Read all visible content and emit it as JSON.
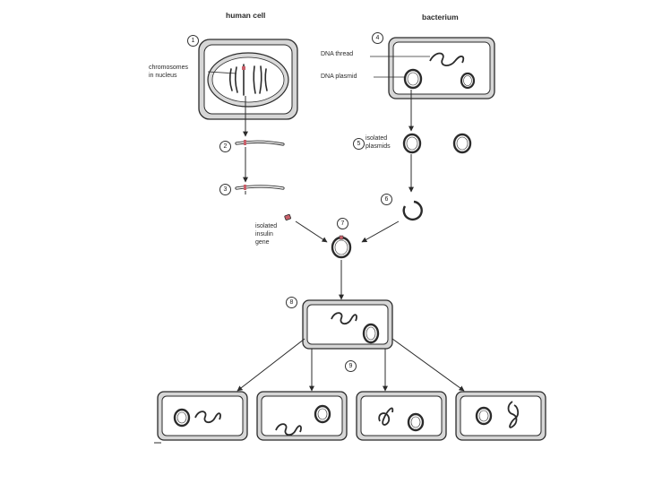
{
  "titles": {
    "human_cell": "human cell",
    "bacterium": "bacterium"
  },
  "labels": {
    "chromosomes_line1": "chromosomes",
    "chromosomes_line2": "in nucleus",
    "dna_thread": "DNA thread",
    "dna_plasmid": "DNA plasmid",
    "isolated_plasmids_line1": "isolated",
    "isolated_plasmids_line2": "plasmids",
    "isolated_gene_line1": "isolated",
    "isolated_gene_line2": "insulin",
    "isolated_gene_line3": "gene"
  },
  "steps": [
    "1",
    "2",
    "3",
    "4",
    "5",
    "6",
    "7",
    "8",
    "9"
  ],
  "colors": {
    "stroke": "#2b2b2b",
    "membrane_fill": "#d6d6d6",
    "cell_interior": "#ffffff",
    "gene_accent": "#c9606a"
  }
}
